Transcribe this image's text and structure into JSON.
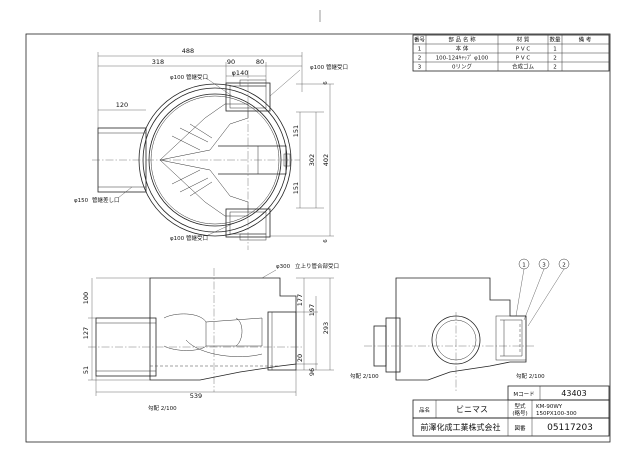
{
  "parts_table": {
    "headers": [
      "番号",
      "部 品 名 称",
      "材 質",
      "数量",
      "備 考"
    ],
    "rows": [
      [
        "1",
        "本 体",
        "P V C",
        "1",
        ""
      ],
      [
        "2",
        "100-124ｷｬｯﾌﾟ φ100",
        "P V C",
        "2",
        ""
      ],
      [
        "3",
        "0リング",
        "合成ゴム",
        "2",
        ""
      ]
    ]
  },
  "title_block": {
    "mcode_label": "Mコード",
    "mcode_value": "43403",
    "model_label_1": "型式",
    "model_label_2": "(略号)",
    "model_value_1": "KM-90WY",
    "model_value_2": "150PX100-300",
    "name_label": "品名",
    "name_value": "ビニマス",
    "company": "前澤化成工業株式会社",
    "number_label": "図番",
    "number_value": "05117203"
  },
  "plan_view": {
    "dim_overall_width": "488",
    "dim_left": "318",
    "dim_mid": "90",
    "dim_right": "80",
    "dim_140": "φ140",
    "dim_120": "120",
    "dim_151_a": "151",
    "dim_151_b": "151",
    "dim_302": "302",
    "dim_402": "402",
    "dim_6_top": "6",
    "dim_6_bottom": "6",
    "label_top_outlet_a": "φ100",
    "label_top_outlet_a_note": "管継受口",
    "label_top_outlet_b": "φ100",
    "label_top_outlet_b_note": "管継受口",
    "label_bottom_outlet": "φ100",
    "label_bottom_outlet_note": "管継受口",
    "label_inlet": "φ150",
    "label_inlet_note": "管継差し口"
  },
  "front_view": {
    "label_riser": "φ300",
    "label_riser_note": "立上り管合部受口",
    "dim_100": "100",
    "dim_127": "127",
    "dim_51": "51",
    "dim_177": "177",
    "dim_197": "197",
    "dim_293": "293",
    "dim_20": "20",
    "dim_96": "96",
    "dim_539": "539",
    "slope_label": "勾配 2/100"
  },
  "side_view": {
    "slope_label_left": "勾配 2/100",
    "slope_label_right": "勾配 2/100",
    "callouts": [
      "1",
      "3",
      "2"
    ]
  }
}
